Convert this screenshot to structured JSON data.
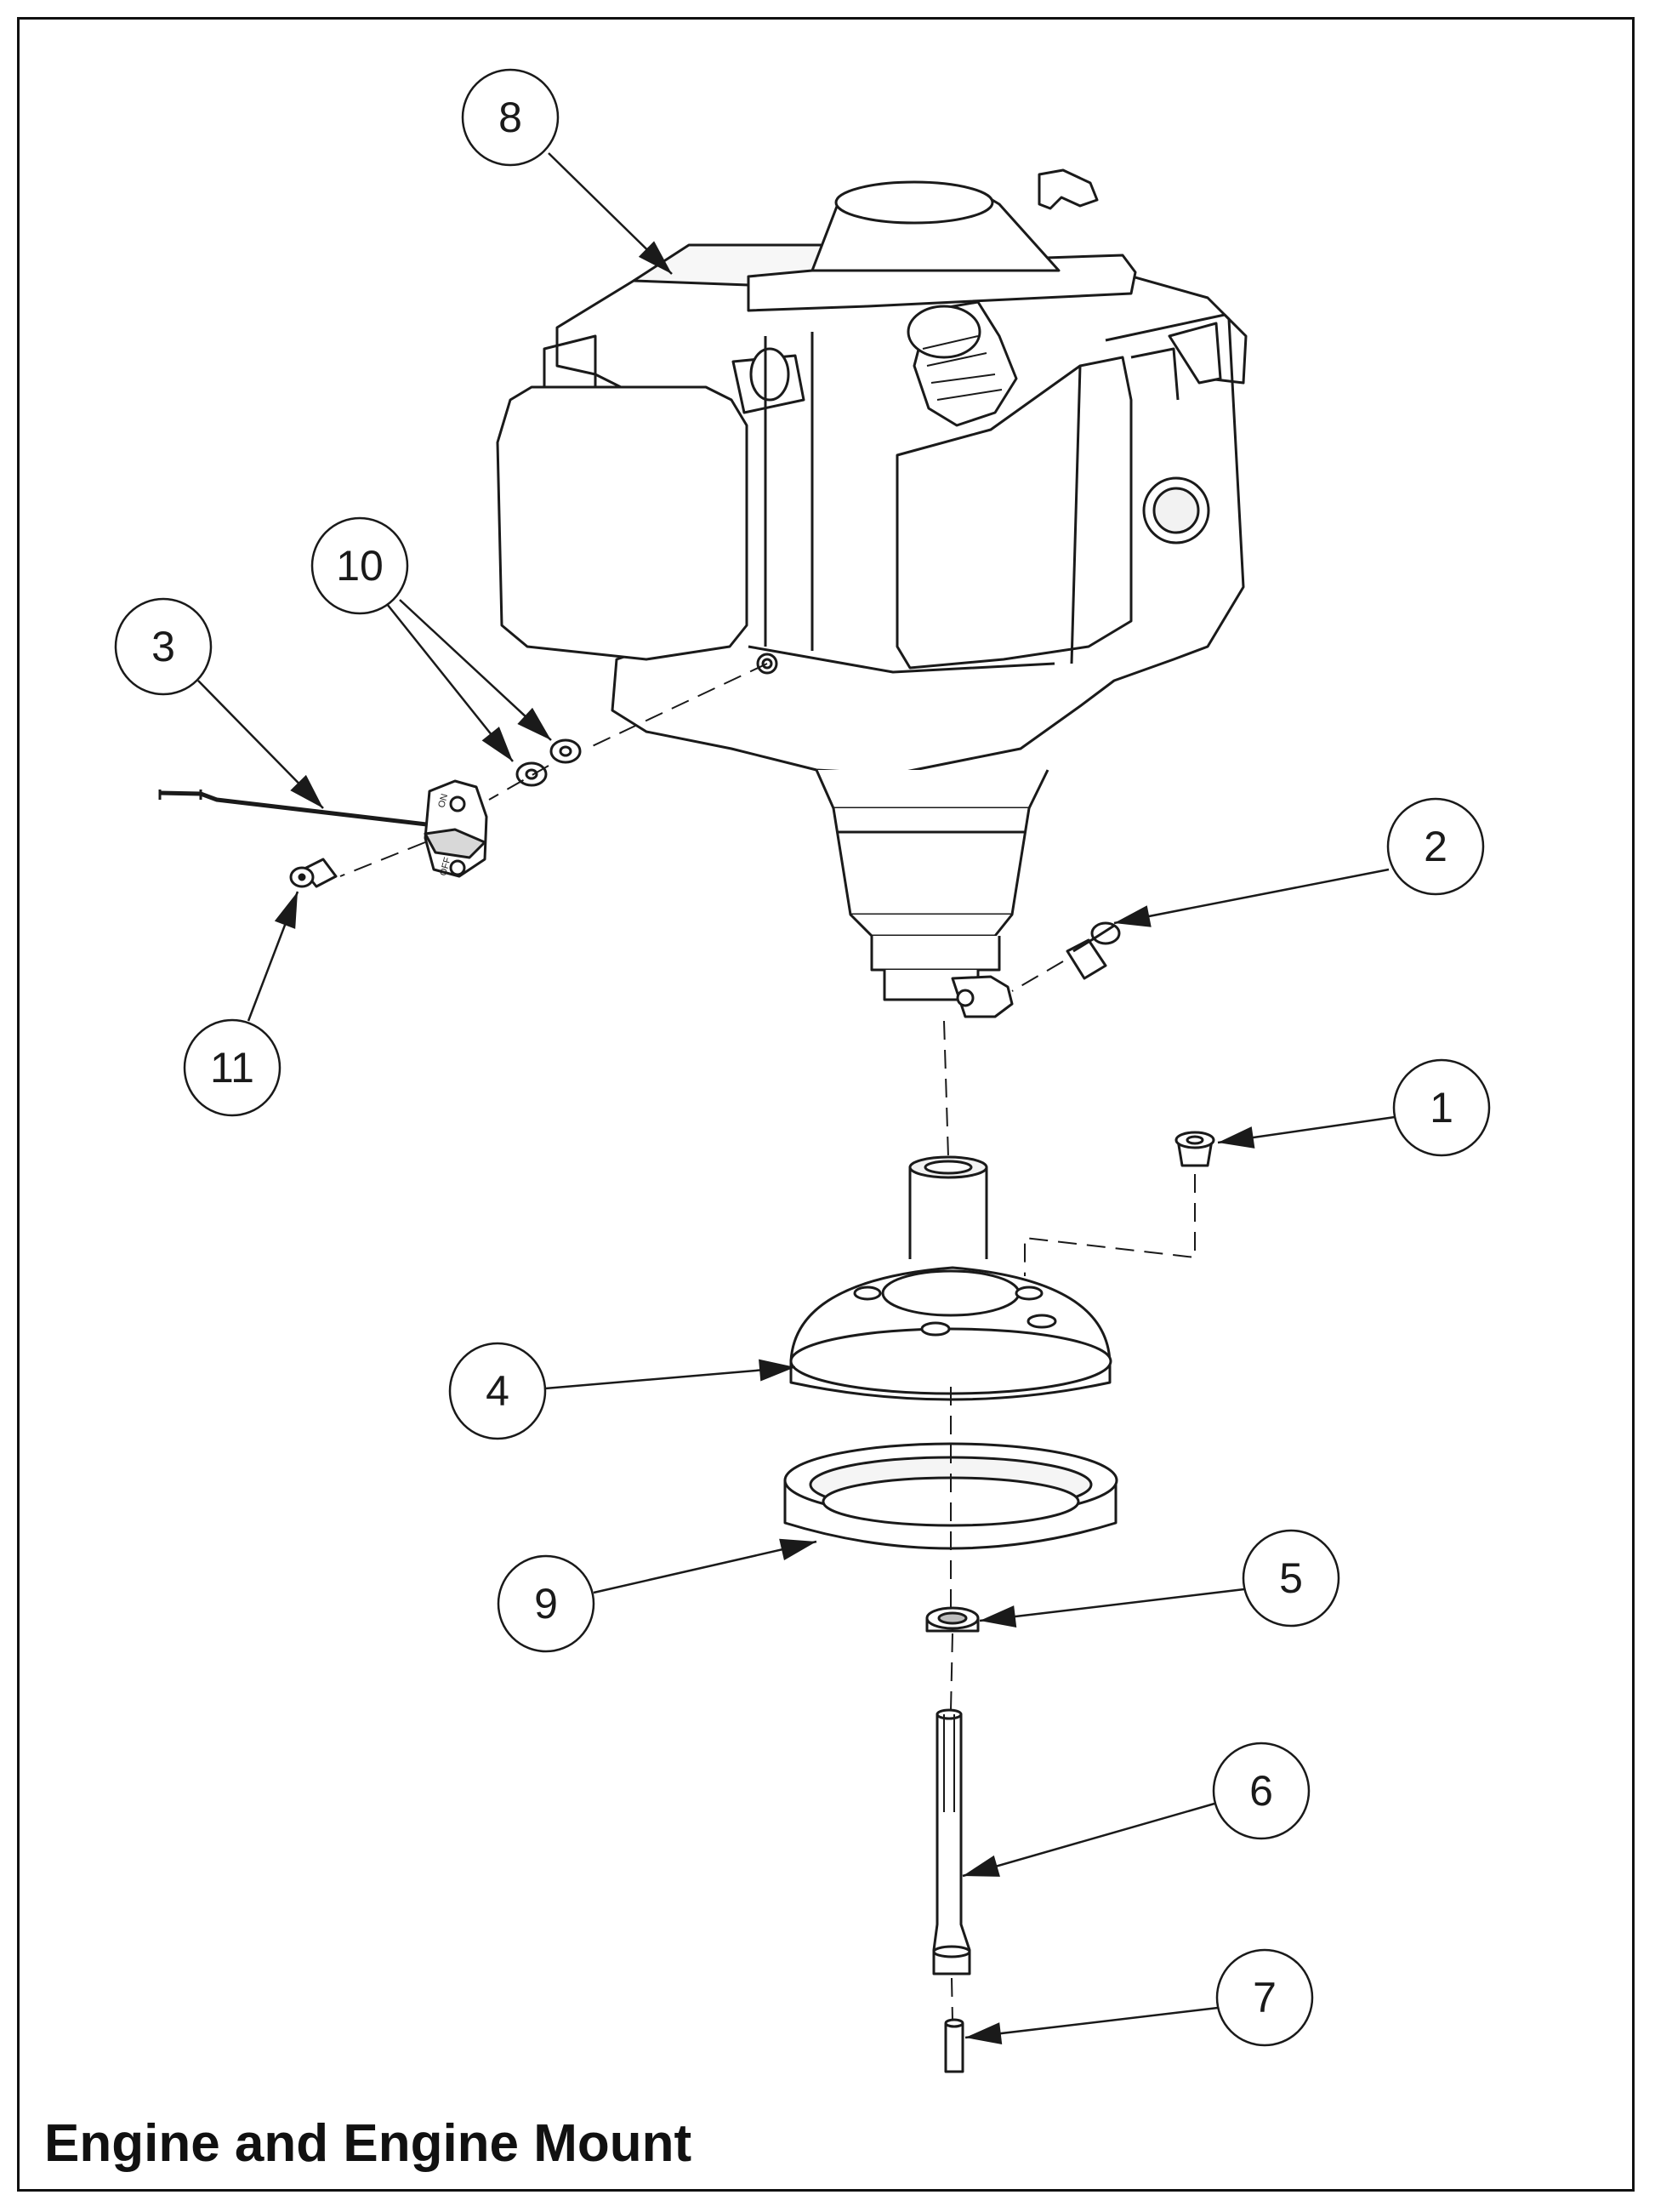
{
  "diagram": {
    "title": "Engine and Engine Mount",
    "callouts": [
      {
        "id": "callout-1",
        "label": "1"
      },
      {
        "id": "callout-2",
        "label": "2"
      },
      {
        "id": "callout-3",
        "label": "3"
      },
      {
        "id": "callout-4",
        "label": "4"
      },
      {
        "id": "callout-5",
        "label": "5"
      },
      {
        "id": "callout-6",
        "label": "6"
      },
      {
        "id": "callout-7",
        "label": "7"
      },
      {
        "id": "callout-8",
        "label": "8"
      },
      {
        "id": "callout-9",
        "label": "9"
      },
      {
        "id": "callout-10",
        "label": "10"
      },
      {
        "id": "callout-11",
        "label": "11"
      }
    ],
    "switch_labels": {
      "on": "ON",
      "off": "OFF"
    },
    "colors": {
      "line": "#1a1a1a",
      "fill": "#ffffff",
      "shade": "#e6e6e6",
      "dark": "#bdbdbd"
    }
  }
}
